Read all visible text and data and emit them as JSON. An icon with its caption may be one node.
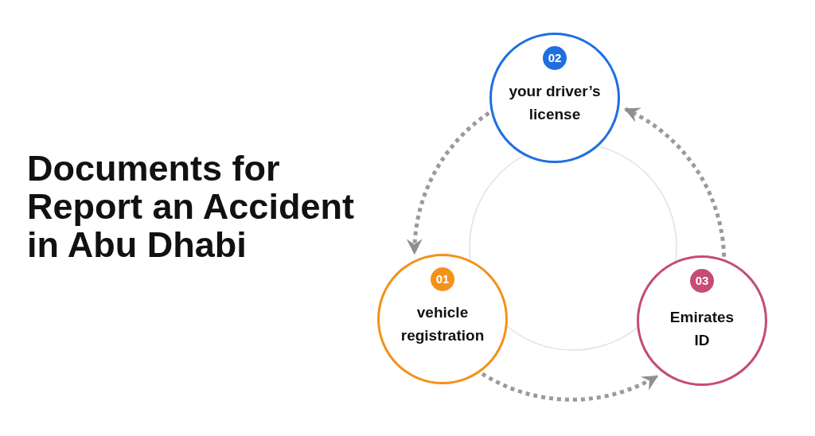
{
  "diagram": {
    "title": "Documents for Report an Accident in Abu Dhabi",
    "nodes": [
      {
        "text": [
          "02",
          "your driver’s license"
        ]
      },
      {
        "text": [
          "01",
          "vehicle registration"
        ]
      },
      {
        "text": [
          "03",
          "Emirates ID"
        ]
      }
    ],
    "edges": [
      {
        "from": 0,
        "to": 1,
        "arrow": "to",
        "style": "dashed"
      },
      {
        "from": 1,
        "to": 2,
        "arrow": "to",
        "style": "dashed"
      },
      {
        "from": 2,
        "to": 0,
        "arrow": "to",
        "style": "dashed"
      }
    ]
  }
}
